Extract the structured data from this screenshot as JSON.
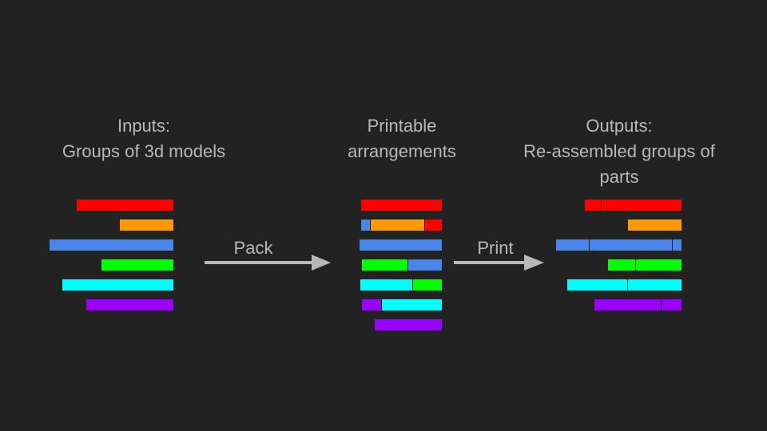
{
  "colors": {
    "background": "#222222",
    "text": "#b8b8b8",
    "arrow": "#b8b8b8",
    "red": "#ff0000",
    "orange": "#ff9900",
    "blue": "#4a86e8",
    "green": "#00ff00",
    "cyan": "#00ffff",
    "purple": "#9900ff",
    "seam": "#222222"
  },
  "columns": {
    "inputs": {
      "line1": "Inputs:",
      "line2": "Groups of 3d models"
    },
    "arrangements": {
      "line1": "Printable",
      "line2": "arrangements"
    },
    "outputs": {
      "line1": "Outputs:",
      "line2": "Re-assembled groups of",
      "line3": "parts"
    }
  },
  "arrows": {
    "pack": "Pack",
    "print": "Print"
  },
  "groups": {
    "inputs": [
      "red",
      "orange",
      "blue",
      "green",
      "cyan",
      "purple"
    ],
    "arrangements": [
      [
        "red"
      ],
      [
        "blue",
        "orange",
        "red"
      ],
      [
        "blue"
      ],
      [
        "green",
        "blue"
      ],
      [
        "cyan",
        "green"
      ],
      [
        "purple",
        "cyan"
      ],
      [
        "purple"
      ]
    ],
    "outputs": [
      [
        "red",
        "red"
      ],
      [
        "orange"
      ],
      [
        "blue",
        "blue",
        "blue"
      ],
      [
        "green",
        "green"
      ],
      [
        "cyan",
        "cyan"
      ],
      [
        "purple",
        "purple"
      ]
    ]
  }
}
